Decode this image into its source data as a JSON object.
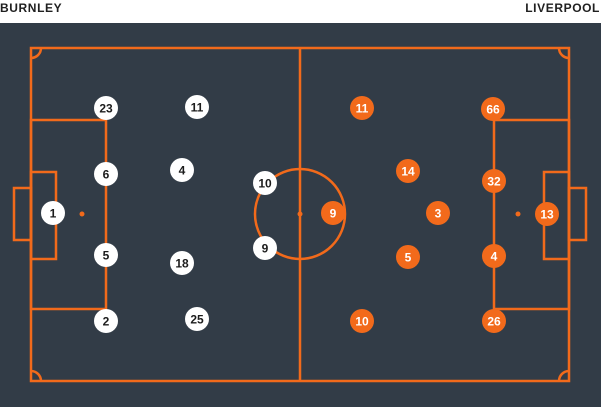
{
  "teams": {
    "home": {
      "name": "BURNLEY",
      "color": "#ffffff",
      "text_color": "#1c1c1c"
    },
    "away": {
      "name": "LIVERPOOL",
      "color": "#f26a1b",
      "text_color": "#ffffff"
    }
  },
  "pitch": {
    "background": "#323c47",
    "line_color": "#f26a1b"
  },
  "players": {
    "home": [
      "23",
      "11",
      "6",
      "4",
      "10",
      "1",
      "9",
      "5",
      "18",
      "2",
      "25"
    ],
    "away": [
      "11",
      "66",
      "14",
      "32",
      "9",
      "3",
      "13",
      "5",
      "4",
      "10",
      "26"
    ]
  }
}
